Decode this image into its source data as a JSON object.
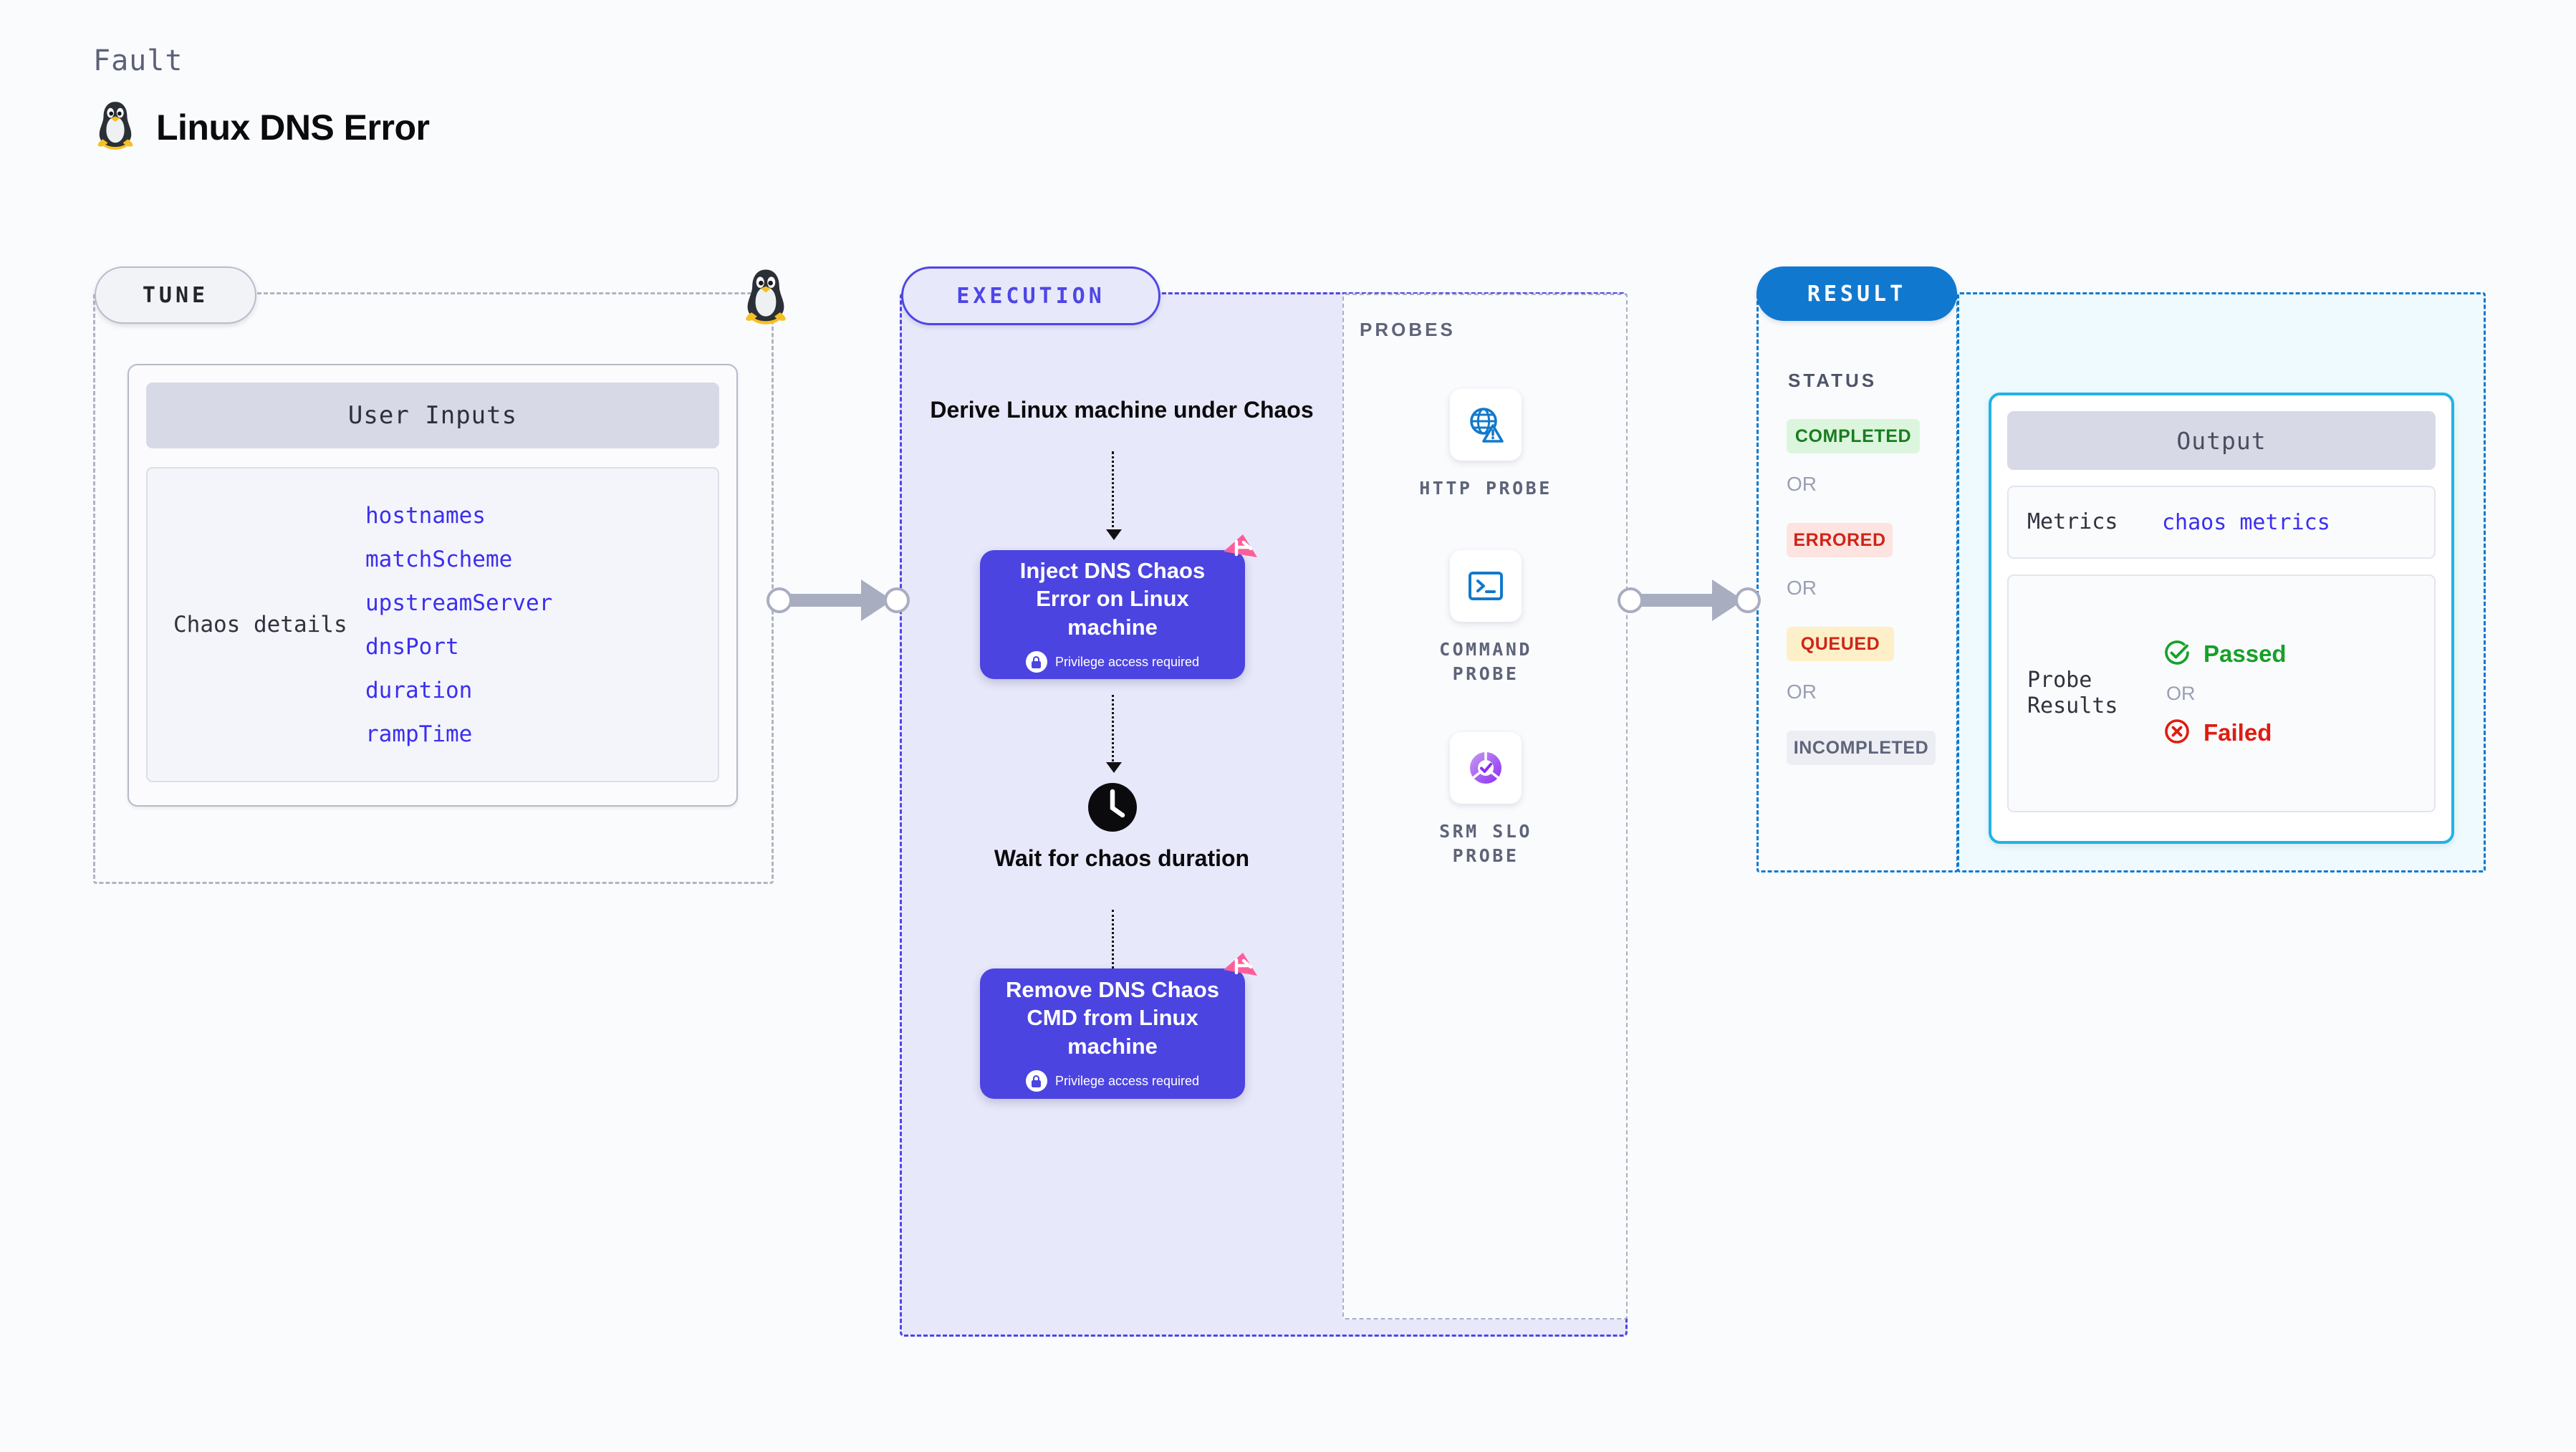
{
  "header": {
    "kicker": "Fault",
    "title": "Linux DNS Error",
    "icon": "tux-penguin-icon"
  },
  "tune": {
    "pill_label": "TUNE",
    "corner_icon": "tux-penguin-icon",
    "card": {
      "header": "User Inputs",
      "section_label": "Chaos details",
      "params": [
        "hostnames",
        "matchScheme",
        "upstreamServer",
        "dnsPort",
        "duration",
        "rampTime"
      ]
    }
  },
  "execution": {
    "pill_label": "EXECUTION",
    "step_derive": "Derive Linux machine under Chaos",
    "step_inject": {
      "title": "Inject DNS Chaos Error on Linux machine",
      "privilege_note": "Privilege access required",
      "badge_icon": "harness-ribbon-icon",
      "lock_icon": "lock-icon"
    },
    "step_wait": {
      "label": "Wait for chaos duration",
      "icon": "clock-icon"
    },
    "step_remove": {
      "title": "Remove DNS Chaos CMD from Linux machine",
      "privilege_note": "Privilege access required",
      "badge_icon": "harness-ribbon-icon",
      "lock_icon": "lock-icon"
    }
  },
  "probes": {
    "section_label": "PROBES",
    "items": [
      {
        "label": "HTTP PROBE",
        "icon": "globe-warning-icon"
      },
      {
        "label": "COMMAND PROBE",
        "icon": "terminal-icon"
      },
      {
        "label": "SRM SLO PROBE",
        "icon": "slo-donut-check-icon"
      }
    ]
  },
  "result": {
    "pill_label": "RESULT",
    "status_label": "STATUS",
    "or_label": "OR",
    "statuses": [
      {
        "label": "COMPLETED",
        "bg": "#dcf5dd",
        "fg": "#197d20"
      },
      {
        "label": "ERRORED",
        "bg": "#fde4e1",
        "fg": "#cf2418"
      },
      {
        "label": "QUEUED",
        "bg": "#fdefc7",
        "fg": "#cf2418"
      },
      {
        "label": "INCOMPLETED",
        "bg": "#eceef4",
        "fg": "#5e6479"
      }
    ],
    "output": {
      "header": "Output",
      "metrics_key": "Metrics",
      "metrics_value": "chaos metrics",
      "probe_results_key": "Probe Results",
      "passed_label": "Passed",
      "failed_label": "Failed",
      "or_label": "OR",
      "passed_icon": "check-circle-icon",
      "failed_icon": "x-circle-icon"
    }
  },
  "colors": {
    "accent_purple": "#4b44e0",
    "accent_blue": "#1079cf",
    "accent_cyan": "#22b2e8",
    "param_blue": "#3b2ff0",
    "ribbon_pink": "#fc5e9a",
    "connector_gray": "#a9adc0"
  }
}
